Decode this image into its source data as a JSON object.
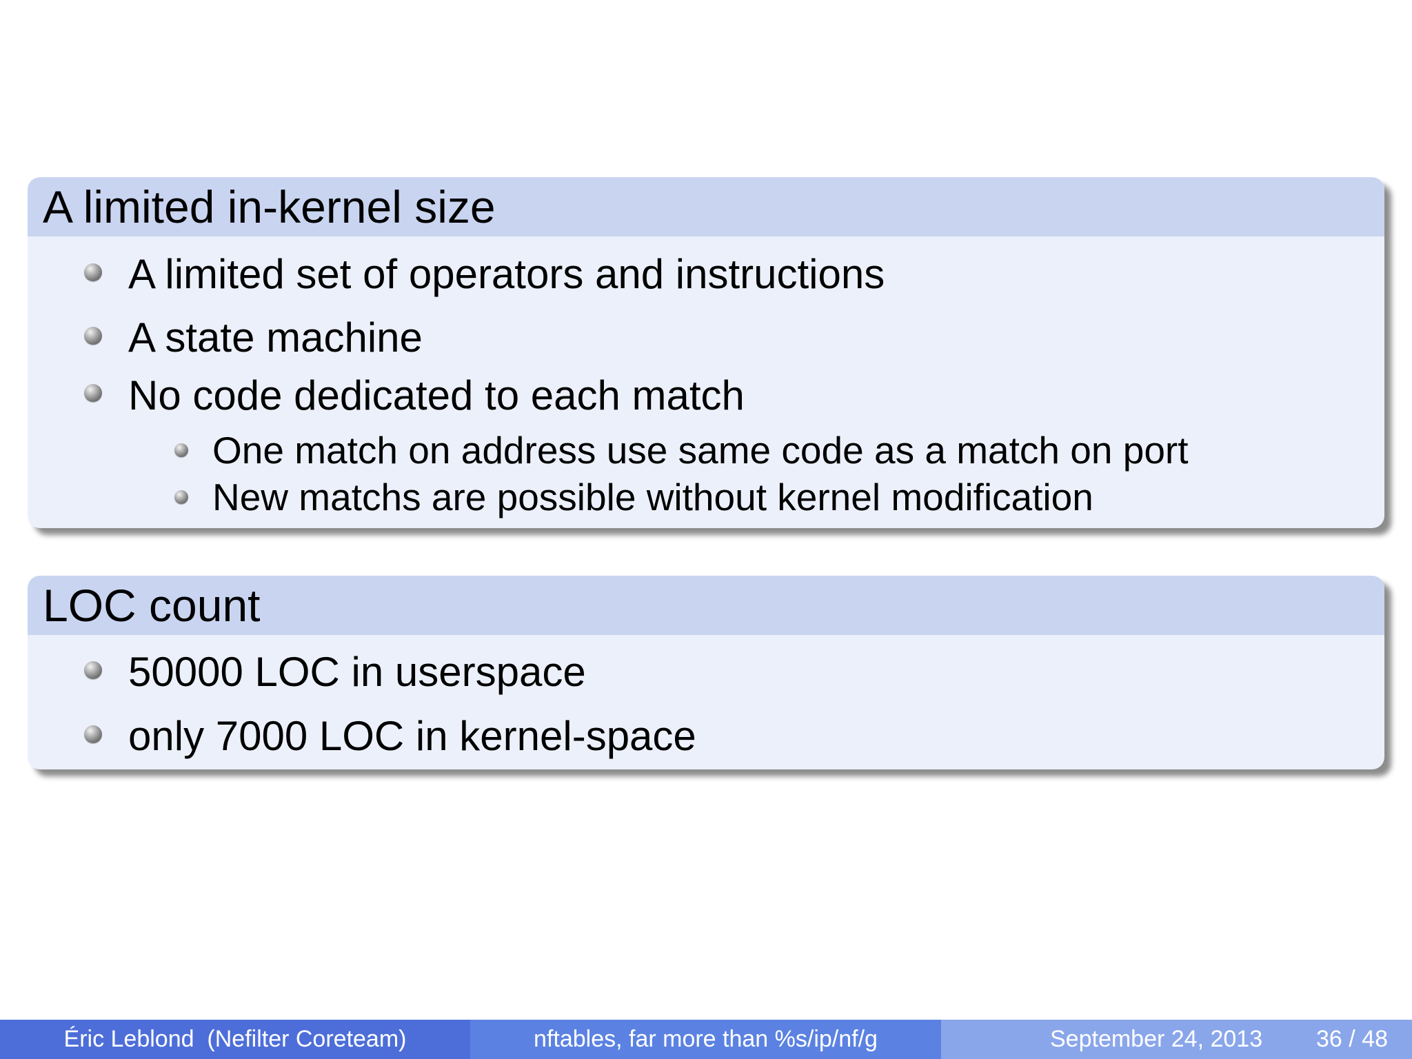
{
  "blocks": [
    {
      "title": "A limited in-kernel size",
      "items": [
        {
          "level": 1,
          "text": "A limited set of operators and instructions"
        },
        {
          "level": 1,
          "text": "A state machine"
        },
        {
          "level": 1,
          "text": "No code dedicated to each match"
        },
        {
          "level": 2,
          "text": "One match on address use same code as a match on port"
        },
        {
          "level": 2,
          "text": "New matchs are possible without kernel modification"
        }
      ]
    },
    {
      "title": "LOC count",
      "items": [
        {
          "level": 1,
          "text": "50000 LOC in userspace"
        },
        {
          "level": 1,
          "text": "only 7000 LOC in kernel-space"
        }
      ]
    }
  ],
  "footer": {
    "author": "Éric Leblond  (Nefilter Coreteam)",
    "title": "nftables, far more than %s/ip/nf/g",
    "date": "September 24, 2013",
    "page": "36 / 48"
  },
  "colors": {
    "block_title_bg": "#c9d5f0",
    "block_body_bg": "#ecf0fa",
    "footer_left": "#4d6ed9",
    "footer_mid": "#5b82e2",
    "footer_right": "#8aa6ea"
  }
}
